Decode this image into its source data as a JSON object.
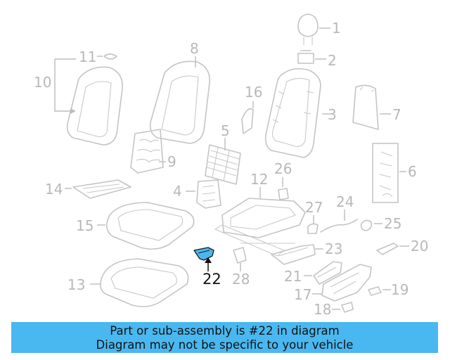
{
  "callouts": {
    "c1": "1",
    "c2": "2",
    "c3": "3",
    "c4": "4",
    "c5": "5",
    "c6": "6",
    "c7": "7",
    "c8": "8",
    "c9": "9",
    "c10": "10",
    "c11": "11",
    "c12": "12",
    "c13": "13",
    "c14": "14",
    "c15": "15",
    "c16": "16",
    "c17": "17",
    "c18": "18",
    "c19": "19",
    "c20": "20",
    "c21": "21",
    "c22": "22",
    "c23": "23",
    "c24": "24",
    "c25": "25",
    "c26": "26",
    "c27": "27",
    "c28": "28"
  },
  "highlight": {
    "part_number": "22",
    "color": "#4ab8f0"
  },
  "banner": {
    "line1": "Part or sub-assembly is #22 in diagram",
    "line2": "Diagram may not be specific to your vehicle"
  }
}
